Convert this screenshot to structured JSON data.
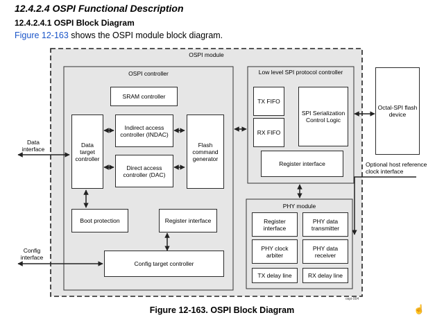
{
  "heading": {
    "section": "12.4.2.4 OSPI Functional Description",
    "subsection": "12.4.2.4.1 OSPI Block Diagram"
  },
  "intro": {
    "link": "Figure 12-163",
    "rest": " shows the OSPI module block diagram."
  },
  "diagram": {
    "ospi_module": "OSPI module",
    "ospi_controller": "OSPI controller",
    "sram_controller": "SRAM controller",
    "data_target_controller": "Data target controller",
    "indirect_access": "Indirect access controller (INDAC)",
    "direct_access": "Direct access controller (DAC)",
    "flash_cmd_gen": "Flash command generator",
    "boot_protection": "Boot protection",
    "register_interface_ctrl": "Register interface",
    "config_target_controller": "Config target controller",
    "low_level_spi": "Low level SPI protocol controller",
    "tx_fifo": "TX FIFO",
    "rx_fifo": "RX FIFO",
    "spi_serialization": "SPI Serialization Control Logic",
    "register_interface_spi": "Register interface",
    "phy_module": "PHY module",
    "phy_register_interface": "Register interface",
    "phy_data_transmitter": "PHY data transmitter",
    "phy_clock_arbiter": "PHY clock arbiter",
    "phy_data_receiver": "PHY data receiver",
    "tx_delay_line": "TX delay line",
    "rx_delay_line": "RX delay line",
    "octal_spi_flash": "Octal-SPI flash device",
    "data_interface": "Data interface",
    "config_interface": "Config interface",
    "optional_host_ref": "Optional host reference clock interface",
    "figure_id": "ospi-004"
  },
  "caption": "Figure 12-163. OSPI Block Diagram",
  "corner_icon": "hand-cursor-icon",
  "colors": {
    "link": "#1a55c8",
    "region_fill": "#e6e6e6"
  }
}
